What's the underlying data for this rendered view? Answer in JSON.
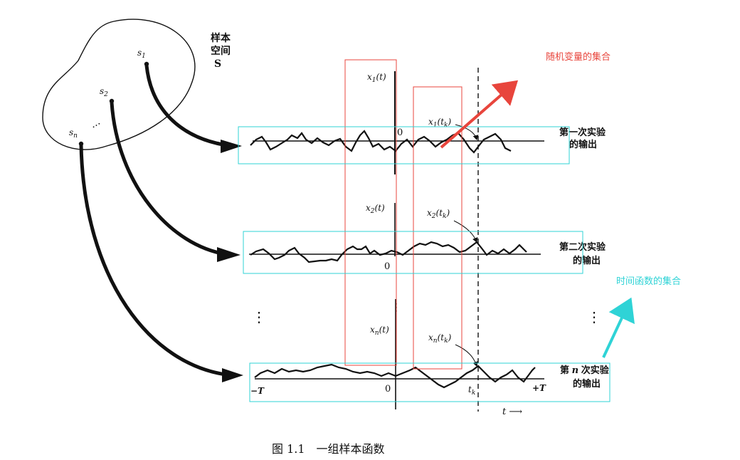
{
  "sample_space": {
    "label_line1": "样本",
    "label_line2": "空间",
    "label_line3": "S",
    "points": [
      {
        "label": "s",
        "sub": "1"
      },
      {
        "label": "s",
        "sub": "2"
      },
      {
        "label": "s",
        "sub": "n"
      }
    ],
    "ellipsis": "..."
  },
  "signals": [
    {
      "label": "x",
      "sub": "1",
      "arg": "(t)",
      "origin_label": "0",
      "tk_label": "x",
      "tk_sub": "1",
      "tk_arg_open": "(t",
      "tk_arg_sub": "k",
      "tk_arg_close": ")",
      "output_line1": "第一次实验",
      "output_line2": "的输出"
    },
    {
      "label": "x",
      "sub": "2",
      "arg": "(t)",
      "origin_label": "0",
      "tk_label": "x",
      "tk_sub": "2",
      "tk_arg_open": "(t",
      "tk_arg_sub": "k",
      "tk_arg_close": ")",
      "output_line1": "第二次实验",
      "output_line2": "的输出"
    },
    {
      "label": "x",
      "sub": "n",
      "arg": "(t)",
      "origin_label": "0",
      "tk_label": "x",
      "tk_sub": "n",
      "tk_arg_open": "(t",
      "tk_arg_sub": "k",
      "tk_arg_close": ")",
      "output_line1_a": "第 ",
      "output_line1_n": "n",
      "output_line1_b": " 次实验",
      "output_line2": "的输出"
    }
  ],
  "axis": {
    "minus_T": "−T",
    "plus_T": "+T",
    "tk": "t",
    "tk_sub": "k",
    "t_arrow": "t ⟶",
    "vdots": "⋮"
  },
  "annotations": {
    "random_variables": "随机变量的集合",
    "time_functions": "时间函数的集合",
    "red_color": "#e8453c",
    "cyan_color": "#2fd3d6"
  },
  "caption": "图 1.1　一组样本函数"
}
